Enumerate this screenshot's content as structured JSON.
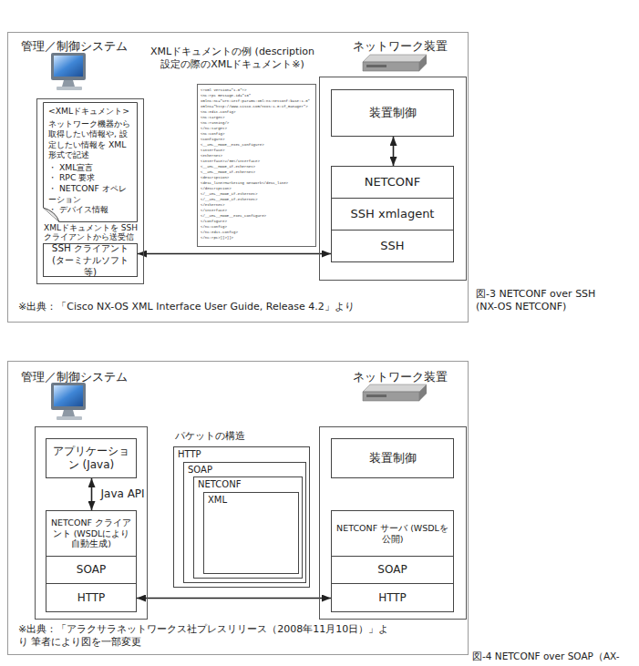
{
  "diagram": {
    "nodes": [
      {
        "text": [
          "管理／制御システム"
        ]
      },
      {
        "text": [
          "<XMLドキュメント>",
          "ネットワーク機器から 取得したい情報や, 設定したい情報を XML形式で記述",
          "・ XML宣言",
          "・ RPC 要求",
          "・ NETCONF オペレーション",
          "・ デバイス情報"
        ],
        "in": 0
      },
      {
        "text": [
          "SSH クライアント (ターミナルソフト等)"
        ],
        "in": 0
      },
      {
        "text": [
          "ネットワーク装置"
        ]
      },
      {
        "text": [
          "装置制御"
        ],
        "in": 3
      },
      {
        "text": [
          "NETCONF"
        ],
        "in": 3
      },
      {
        "text": [
          "SSH xmlagent"
        ],
        "in": 3
      },
      {
        "text": [
          "SSH"
        ],
        "in": 3
      },
      {
        "text": [
          "管理／制御システム"
        ]
      },
      {
        "text": [
          "アプリケーション (Java)"
        ],
        "in": 8
      },
      {
        "text": [
          "NETCONF クライアント (WSDLにより自動生成)"
        ],
        "in": 8
      },
      {
        "text": [
          "SOAP"
        ],
        "in": 8
      },
      {
        "text": [
          "HTTP"
        ],
        "in": 8
      },
      {
        "text": [
          "HTTP"
        ]
      },
      {
        "text": [
          "SOAP"
        ],
        "in": 13
      },
      {
        "text": [
          "NETCONF"
        ],
        "in": 14
      },
      {
        "text": [
          "XML"
        ],
        "in": 15
      },
      {
        "text": [
          "ネットワーク装置"
        ]
      },
      {
        "text": [
          "装置制御"
        ],
        "in": 17
      },
      {
        "text": [
          "NETCONF サーバ (WSDLを公開)"
        ],
        "in": 17
      },
      {
        "text": [
          "SOAP"
        ],
        "in": 17
      },
      {
        "text": [
          "HTTP"
        ],
        "in": 17
      }
    ],
    "edges": [
      {
        "from": 4,
        "to": 5,
        "arrow": "both"
      },
      {
        "from": 2,
        "to": 7,
        "arrow": "both"
      },
      {
        "from": 9,
        "to": 10,
        "label": "Java API",
        "arrow": "both"
      },
      {
        "from": 12,
        "to": 21,
        "arrow": "both"
      }
    ],
    "labels": [
      "XMLドキュメントを SSH クライアントから送受信",
      "XMLドキュメントの例 (description設定の際のXMLドキュメント※)",
      "<?xml version=\"1.0\"?>",
      "<nc:rpc message-id=\"16\"",
      "xmlns:nc=\"urn:ietf:params:xml:ns:netconf:base:1.0\"",
      "xmlns=\"http://www.cisco.com/nxos:1.0:if_manager\">",
      "<nc:edit-config>",
      "<nc:target>",
      "<nc:running/>",
      "</nc:target>",
      "<nc:config>",
      "<configure>",
      "<__XML__MODE__exec_configure>",
      "<interface>",
      "<ethernet>",
      "<interface>2/30</interface>",
      "<__XML__MODE_if-ethernet>",
      "<__XML__MODE_if-ethernet>",
      "<description>",
      "<desc_line>Marketing Network</desc_line>",
      "</description>",
      "</__XML__MODE_if-ethernet>",
      "</__XML__MODE_if-ethernet>",
      "</ethernet>",
      "</interface>",
      "</__XML__MODE__exec_configure>",
      "</configure>",
      "</nc:config>",
      "</nc:edit-config>",
      "</nc:rpc>]]>]]>",
      "※出典：「Cisco NX-OS XML Interface User Guide, Release 4.2」より",
      "図-3 NETCONF over SSH (NX-OS NETCONF)",
      "パケットの構造",
      "※出典：「アラクサラネットワークス社プレスリリース（2008年11月10日）」より 筆者により図を一部変更",
      "図-4 NETCONF over SOAP（AX-"
    ]
  }
}
